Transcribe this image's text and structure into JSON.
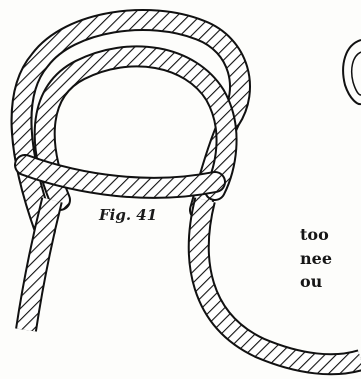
{
  "figure": {
    "caption": "Fig. 41"
  },
  "text_fragments": [
    "too",
    "nee",
    "ou"
  ]
}
